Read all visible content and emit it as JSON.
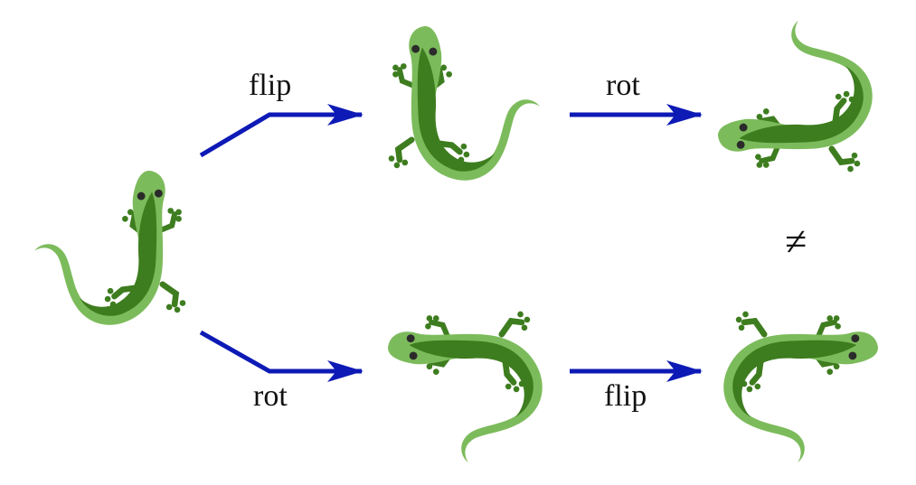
{
  "labels": {
    "top_first": "flip",
    "top_second": "rot",
    "bottom_first": "rot",
    "bottom_second": "flip",
    "not_equal": "≠"
  },
  "colors": {
    "lizard_light": "#7cbb5b",
    "lizard_dark": "#3e7d1f",
    "lizard_eye": "#2b2b2b",
    "arrow": "#0d1ab5"
  },
  "icons": {
    "lizard": "lizard-icon",
    "arrow": "arrow-icon"
  }
}
